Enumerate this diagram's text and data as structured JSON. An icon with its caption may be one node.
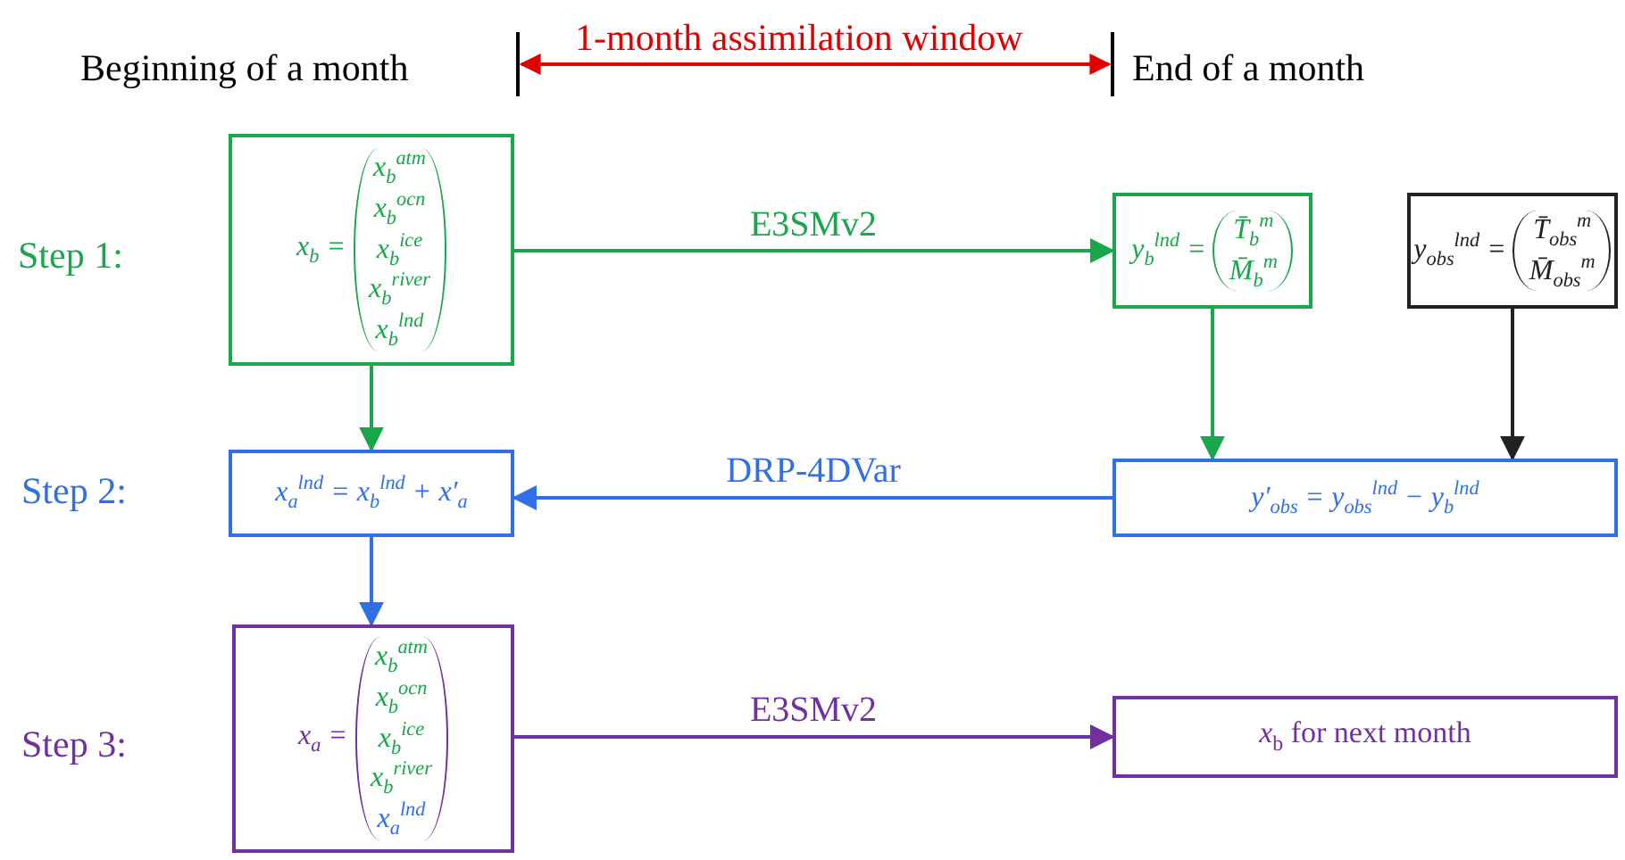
{
  "diagram": {
    "nodes": [
      {
        "text": [
          "x$_{b}$ =",
          "x$_{b}$$^{atm}$",
          "x$_{b}$$^{ocn}$",
          "x$_{b}$$^{ice}$",
          "x$_{b}$$^{river}$",
          "x$_{b}$$^{lnd}$"
        ]
      },
      {
        "text": [
          "y$_{b}$$^{lnd}$ =",
          "T̄$_{b}$$^{m}$",
          "M̄$_{b}$$^{m}$"
        ]
      },
      {
        "text": [
          "y$_{obs}$$^{lnd}$ =",
          "T̄$_{obs}$$^{m}$",
          "M̄$_{obs}$$^{m}$"
        ]
      },
      {
        "text": [
          "x$_{a}$$^{lnd}$ = x$_{b}$$^{lnd}$ + x′$_{a}$"
        ]
      },
      {
        "text": [
          "y′$_{obs}$ = y$_{obs}$$^{lnd}$ − y$_{b}$$^{lnd}$"
        ]
      },
      {
        "text": [
          "x$_{a}$ =",
          "x$_{b}$$^{atm}$",
          "x$_{b}$$^{ocn}$",
          "x$_{b}$$^{ice}$",
          "x$_{b}$$^{river}$",
          "x$_{a}$$^{lnd}$"
        ]
      },
      {
        "text": [
          "*x*$_{b}$ for next month"
        ]
      }
    ],
    "edges": [
      {
        "from": 0,
        "to": 1,
        "arrow": "to",
        "label": "E3SMv2"
      },
      {
        "from": 0,
        "to": 3,
        "arrow": "to"
      },
      {
        "from": 1,
        "to": 4,
        "arrow": "to"
      },
      {
        "from": 2,
        "to": 4,
        "arrow": "to",
        "color": "#222222"
      },
      {
        "from": 4,
        "to": 3,
        "arrow": "to",
        "label": "DRP-4DVar",
        "color": "#2f6fe8"
      },
      {
        "from": 3,
        "to": 5,
        "arrow": "to",
        "color": "#2f6fe8"
      },
      {
        "from": 5,
        "to": 6,
        "arrow": "to",
        "label": "E3SMv2",
        "color": "#7030a0"
      }
    ],
    "labels": [
      "Beginning of a month",
      "1-month assimilation window",
      "End of a month",
      "Step 1:",
      "Step 2:",
      "Step 3:"
    ]
  }
}
